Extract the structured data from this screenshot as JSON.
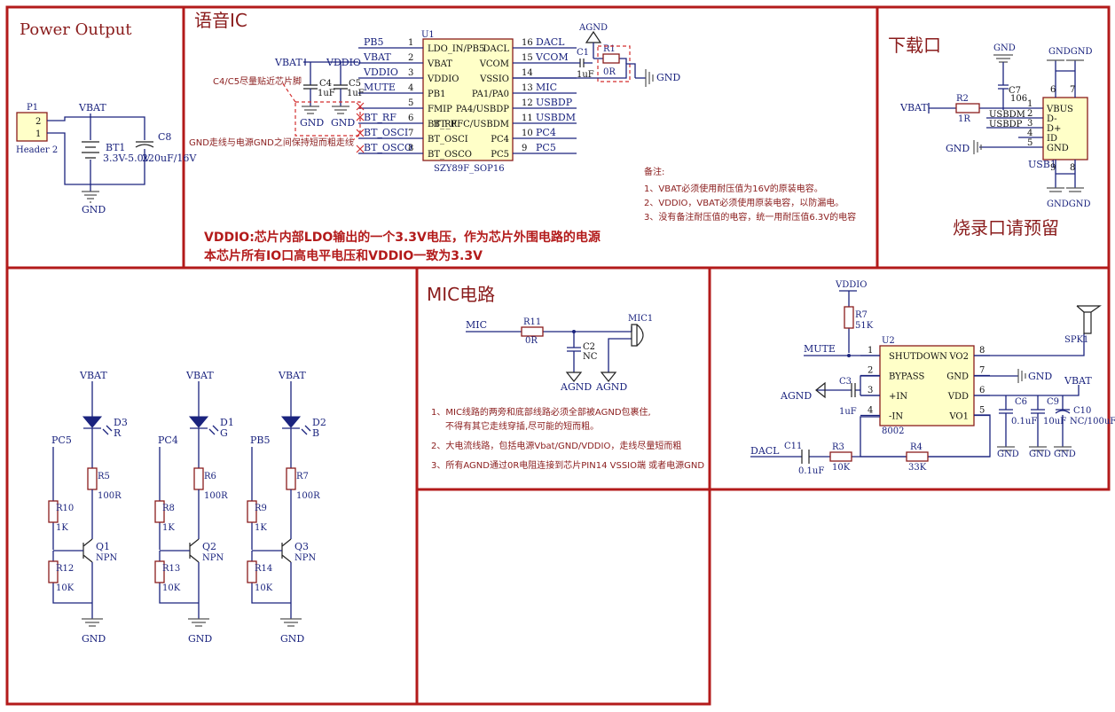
{
  "sections": {
    "power_output": "Power Output",
    "voice_ic": "语音IC",
    "download": "下载口",
    "mic_circuit": "MIC电路"
  },
  "power": {
    "connector": "P1",
    "connector_type": "Header 2",
    "pin2": "2",
    "pin1": "1",
    "vbat": "VBAT",
    "battery": "BT1",
    "battery_value": "3.3V-5.0V",
    "cap": "C8",
    "cap_value": "220uF/16V",
    "gnd": "GND"
  },
  "voice_ic": {
    "chip": "U1",
    "chip_part": "SZY89F_SOP16",
    "left_pins": [
      {
        "num": "1",
        "name": "LDO_IN/PB5",
        "net": "PB5"
      },
      {
        "num": "2",
        "name": "VBAT",
        "net": "VBAT"
      },
      {
        "num": "3",
        "name": "VDDIO",
        "net": "VDDIO"
      },
      {
        "num": "4",
        "name": "PB1",
        "net": "MUTE"
      },
      {
        "num": "5",
        "name": "FMIP",
        "net": ""
      },
      {
        "num": "6",
        "name": "BT_RF",
        "net": "BT_RF"
      },
      {
        "num": "7",
        "name": "BT_OSCI",
        "net": "BT_OSCI"
      },
      {
        "num": "8",
        "name": "BT_OSCO",
        "net": "BT_OSCO"
      }
    ],
    "right_pins": [
      {
        "num": "16",
        "name": "DACL",
        "net": "DACL"
      },
      {
        "num": "15",
        "name": "VCOM",
        "net": "VCOM"
      },
      {
        "num": "14",
        "name": "VSSIO",
        "net": ""
      },
      {
        "num": "13",
        "name": "PA1/PA0",
        "net": "MIC"
      },
      {
        "num": "12",
        "name": "PA4/USBDP",
        "net": "USBDP"
      },
      {
        "num": "11",
        "name": "BT_RFC/USBDM",
        "net": "USBDM"
      },
      {
        "num": "10",
        "name": "PC4",
        "net": "PC4"
      },
      {
        "num": "9",
        "name": "PC5",
        "net": "PC5"
      }
    ],
    "vbat": "VBAT",
    "vddio": "VDDIO",
    "c4": "C4",
    "c5": "C5",
    "c_value": "1uF",
    "c4c5_note": "C4/C5尽量贴近芯片脚",
    "gnd_note": "GND走线与电源GND之间保持短而粗走线",
    "agnd": "AGND",
    "c1": "C1",
    "c1_value": "1uF",
    "r1": "R1",
    "r1_value": "0R",
    "gnd": "GND",
    "remarks_title": "备注:",
    "remarks": [
      "1、VBAT必须使用耐压值为16V的原装电容。",
      "2、VDDIO，VBAT必须使用原装电容，以防漏电。",
      "3、没有备注耐压值的电容，统一用耐压值6.3V的电容"
    ],
    "vddio_note1": "VDDIO:芯片内部LDO输出的一个3.3V电压，作为芯片外围电路的电源",
    "vddio_note2": "本芯片所有IO口高电平电压和VDDIO一致为3.3V"
  },
  "download": {
    "gnd": "GND",
    "c7": "C7",
    "c7_value": "106",
    "vbat": "VBAT",
    "r2": "R2",
    "r2_value": "1R",
    "usbdm": "USBDM",
    "usbdp": "USBDP",
    "connector": "USB1",
    "pins": [
      {
        "num": "1",
        "name": "VBUS"
      },
      {
        "num": "2",
        "name": "D-"
      },
      {
        "num": "3",
        "name": "D+"
      },
      {
        "num": "4",
        "name": "ID"
      },
      {
        "num": "5",
        "name": "GND"
      }
    ],
    "pin6": "6",
    "pin7": "7",
    "pin8": "8",
    "pin9": "9",
    "gndgnd": "GNDGND",
    "note": "烧录口请预留"
  },
  "leds": [
    {
      "vbat": "VBAT",
      "led": "D3",
      "color": "R",
      "res": "R5",
      "res_val": "100R",
      "net": "PC5",
      "rb": "R10",
      "rb_val": "1K",
      "re": "R12",
      "re_val": "10K",
      "q": "Q1",
      "q_type": "NPN",
      "gnd": "GND"
    },
    {
      "vbat": "VBAT",
      "led": "D1",
      "color": "G",
      "res": "R6",
      "res_val": "100R",
      "net": "PC4",
      "rb": "R8",
      "rb_val": "1K",
      "re": "R13",
      "re_val": "10K",
      "q": "Q2",
      "q_type": "NPN",
      "gnd": "GND"
    },
    {
      "vbat": "VBAT",
      "led": "D2",
      "color": "B",
      "res": "R7",
      "res_val": "100R",
      "net": "PB5",
      "rb": "R9",
      "rb_val": "1K",
      "re": "R14",
      "re_val": "10K",
      "q": "Q3",
      "q_type": "NPN",
      "gnd": "GND"
    }
  ],
  "mic": {
    "net": "MIC",
    "r11": "R11",
    "r11_value": "0R",
    "c2": "C2",
    "c2_value": "NC",
    "mic1": "MIC1",
    "agnd": "AGND",
    "notes": [
      "1、MIC线路的两旁和底部线路必须全部被AGND包裹住,",
      "不得有其它走线穿插,尽可能的短而粗。",
      "2、大电流线路，包括电源Vbat/GND/VDDIO，走线尽量短而粗",
      "3、所有AGND通过0R电阻连接到芯片PIN14 VSSIO端 或者电源GND"
    ]
  },
  "amp": {
    "vddio": "VDDIO",
    "r7": "R7",
    "r7_value": "51K",
    "chip": "U2",
    "chip_part": "8002",
    "mute": "MUTE",
    "left_pins": [
      {
        "num": "1",
        "name": "SHUTDOWN"
      },
      {
        "num": "2",
        "name": "BYPASS"
      },
      {
        "num": "3",
        "name": "+IN"
      },
      {
        "num": "4",
        "name": "-IN"
      }
    ],
    "right_pins": [
      {
        "num": "8",
        "name": "VO2"
      },
      {
        "num": "7",
        "name": "GND"
      },
      {
        "num": "6",
        "name": "VDD"
      },
      {
        "num": "5",
        "name": "VO1"
      }
    ],
    "spk": "SPK1",
    "gnd": "GND",
    "agnd": "AGND",
    "c3": "C3",
    "c3_value": "1uF",
    "vbat": "VBAT",
    "c6": "C6",
    "c6_value": "0.1uF",
    "c9": "C9",
    "c9_value": "10uF",
    "c10": "C10",
    "c10_value": "NC/100uF",
    "dacl": "DACL",
    "c11": "C11",
    "c11_value": "0.1uF",
    "r3": "R3",
    "r3_value": "10K",
    "r4": "R4",
    "r4_value": "33K"
  }
}
